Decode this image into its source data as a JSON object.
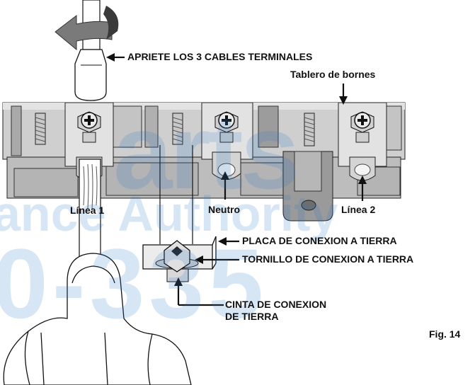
{
  "labels": {
    "tighten": "APRIETE LOS 3 CABLES TERMINALES",
    "terminal_block": "Tablero de bornes",
    "line1": "Línea 1",
    "neutral": "Neutro",
    "line2": "Línea 2",
    "ground_plate": "PLACA DE CONEXION A TIERRA",
    "ground_screw": "TORNILLO DE CONEXION A TIERRA",
    "ground_strap_1": "CINTA DE CONEXION",
    "ground_strap_2": "DE TIERRA",
    "figure": "Fig. 14"
  },
  "watermark": {
    "line_a": "arts",
    "line_b": "ance Authority",
    "line_c": "0-335"
  },
  "colors": {
    "block_light": "#d6d6d6",
    "block_mid": "#b9b9b9",
    "block_dark": "#8e8e8e",
    "outline": "#1a1a1a",
    "watermark": "#2a78c8"
  }
}
